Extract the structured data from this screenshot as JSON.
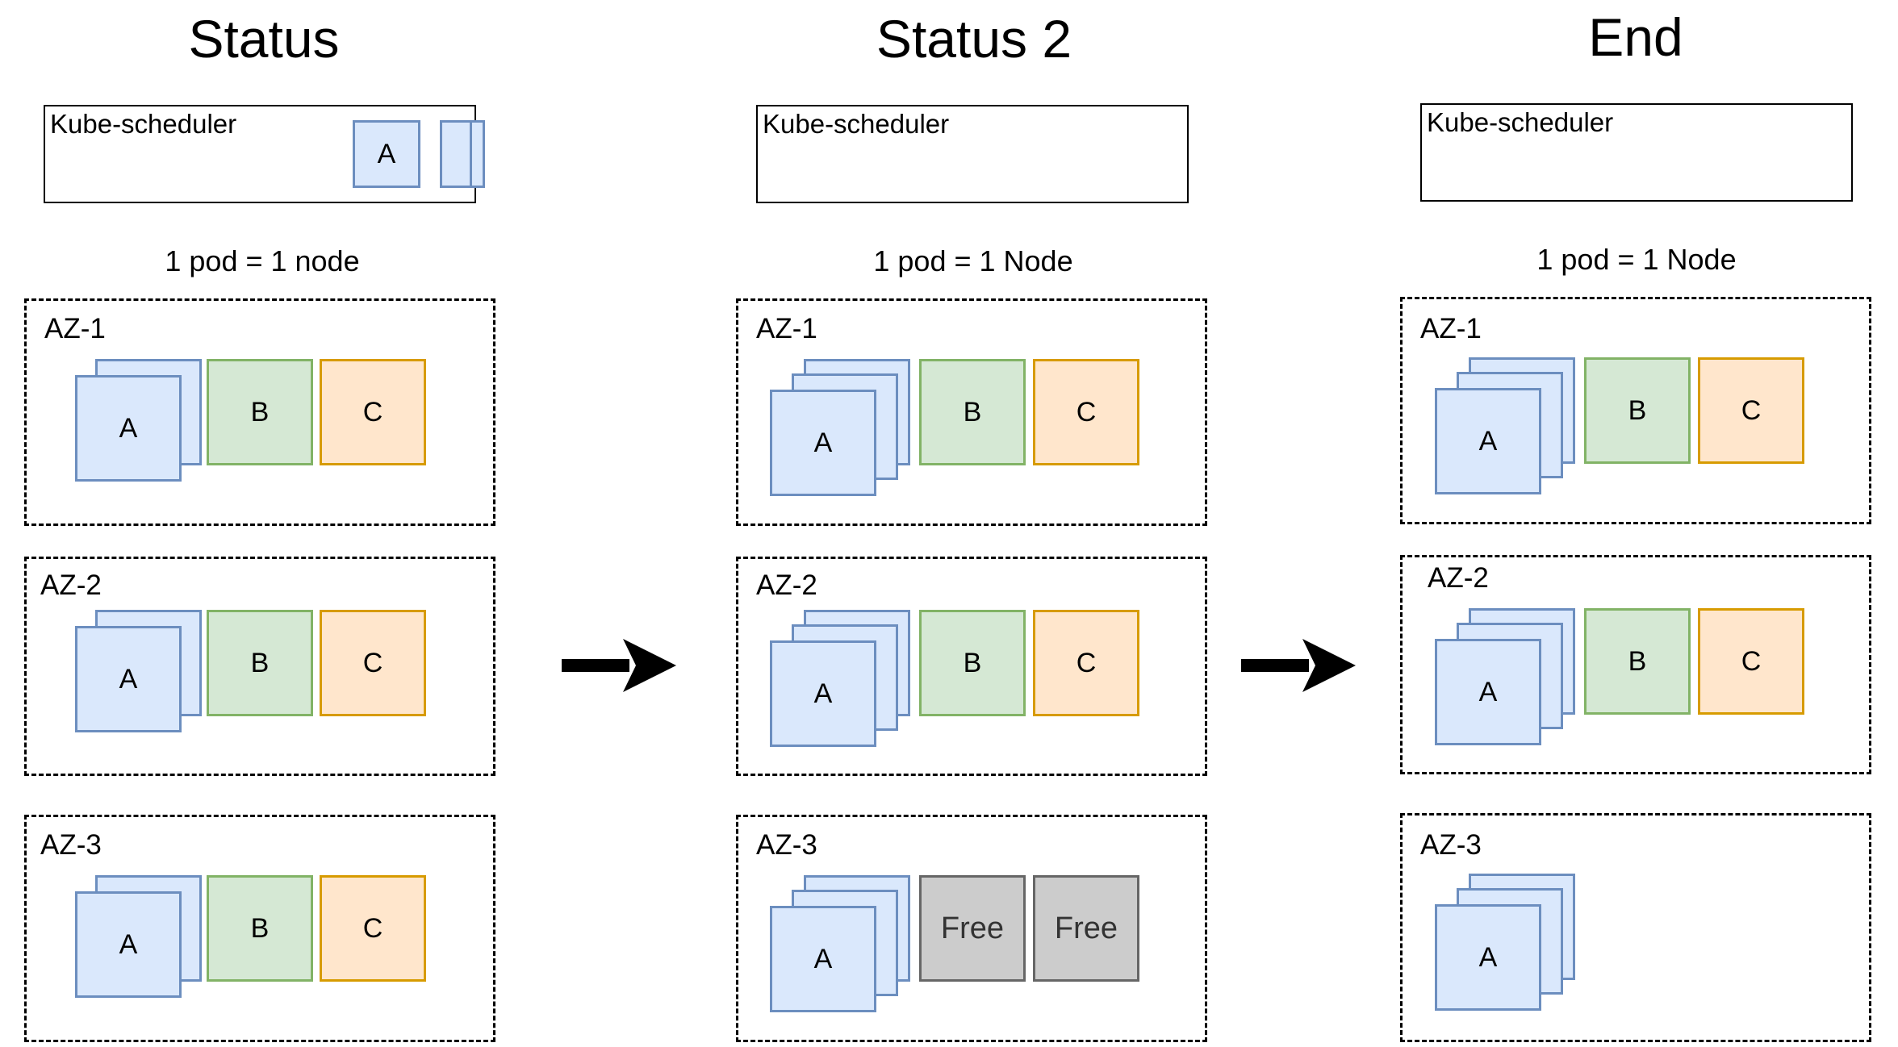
{
  "columns": [
    {
      "title": "Status",
      "scheduler": {
        "label": "Kube-scheduler",
        "queue_pod": "A"
      },
      "rule": "1 pod = 1 node",
      "zones": [
        {
          "label": "AZ-1",
          "stack": "A",
          "nodes": [
            "B",
            "C"
          ]
        },
        {
          "label": "AZ-2",
          "stack": "A",
          "nodes": [
            "B",
            "C"
          ]
        },
        {
          "label": "AZ-3",
          "stack": "A",
          "nodes": [
            "B",
            "C"
          ]
        }
      ]
    },
    {
      "title": "Status 2",
      "scheduler": {
        "label": "Kube-scheduler"
      },
      "rule": "1 pod = 1 Node",
      "zones": [
        {
          "label": "AZ-1",
          "stack": "A",
          "nodes": [
            "B",
            "C"
          ]
        },
        {
          "label": "AZ-2",
          "stack": "A",
          "nodes": [
            "B",
            "C"
          ]
        },
        {
          "label": "AZ-3",
          "stack": "A",
          "nodes": [
            "Free",
            "Free"
          ]
        }
      ]
    },
    {
      "title": "End",
      "scheduler": {
        "label": "Kube-scheduler"
      },
      "rule": "1 pod = 1 Node",
      "zones": [
        {
          "label": "AZ-1",
          "stack": "A",
          "nodes": [
            "B",
            "C"
          ]
        },
        {
          "label": "AZ-2",
          "stack": "A",
          "nodes": [
            "B",
            "C"
          ]
        },
        {
          "label": "AZ-3",
          "stack": "A",
          "nodes": []
        }
      ]
    }
  ],
  "colors": {
    "pod_a_fill": "#dae8fc",
    "pod_a_stroke": "#6c8ebf",
    "pod_b_fill": "#d5e8d4",
    "pod_b_stroke": "#82b366",
    "pod_c_fill": "#ffe6cc",
    "pod_c_stroke": "#d79b00",
    "free_fill": "#cccccc",
    "free_stroke": "#666666"
  }
}
